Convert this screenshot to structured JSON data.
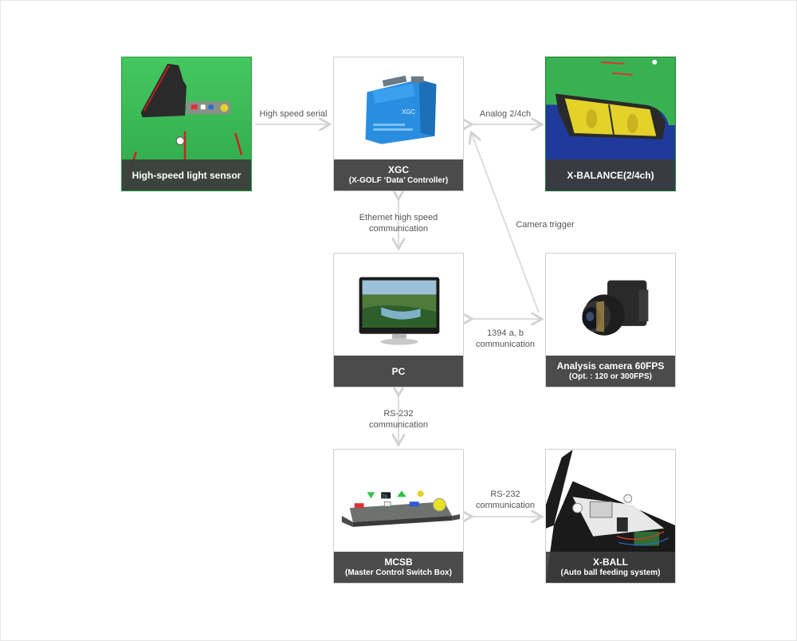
{
  "cards": {
    "sensor": {
      "title": "High-speed light sensor",
      "subtitle": ""
    },
    "xgc": {
      "title": "XGC",
      "subtitle": "(X-GOLF ‘Data’ Controller)"
    },
    "xbalance": {
      "title": "X-BALANCE(2/4ch)",
      "subtitle": ""
    },
    "pc": {
      "title": "PC",
      "subtitle": ""
    },
    "camera": {
      "title": "Analysis camera 60FPS",
      "subtitle": "(Opt. : 120 or 300FPS)"
    },
    "mcsb": {
      "title": "MCSB",
      "subtitle": "(Master Control Switch Box)"
    },
    "xball": {
      "title": "X-BALL",
      "subtitle": "(Auto ball feeding system)"
    }
  },
  "connections": {
    "serial": "High speed serial",
    "analog": "Analog 2/4ch",
    "ethernet_1": "Ethernet high speed",
    "ethernet_2": "communication",
    "trigger": "Camera trigger",
    "ieee_1": "1394 a, b",
    "ieee_2": "communication",
    "rs232_pc_1": "RS-232",
    "rs232_pc_2": "communication",
    "rs232_ball_1": "RS-232",
    "rs232_ball_2": "communication"
  },
  "mcsb_display": "70",
  "xgc_logo": "XGC",
  "colors": {
    "label_bg": "#3c3c3c",
    "arrow": "#d6d6d6",
    "green_field": "#3fbf5a",
    "blue_board": "#2a8ee0"
  }
}
